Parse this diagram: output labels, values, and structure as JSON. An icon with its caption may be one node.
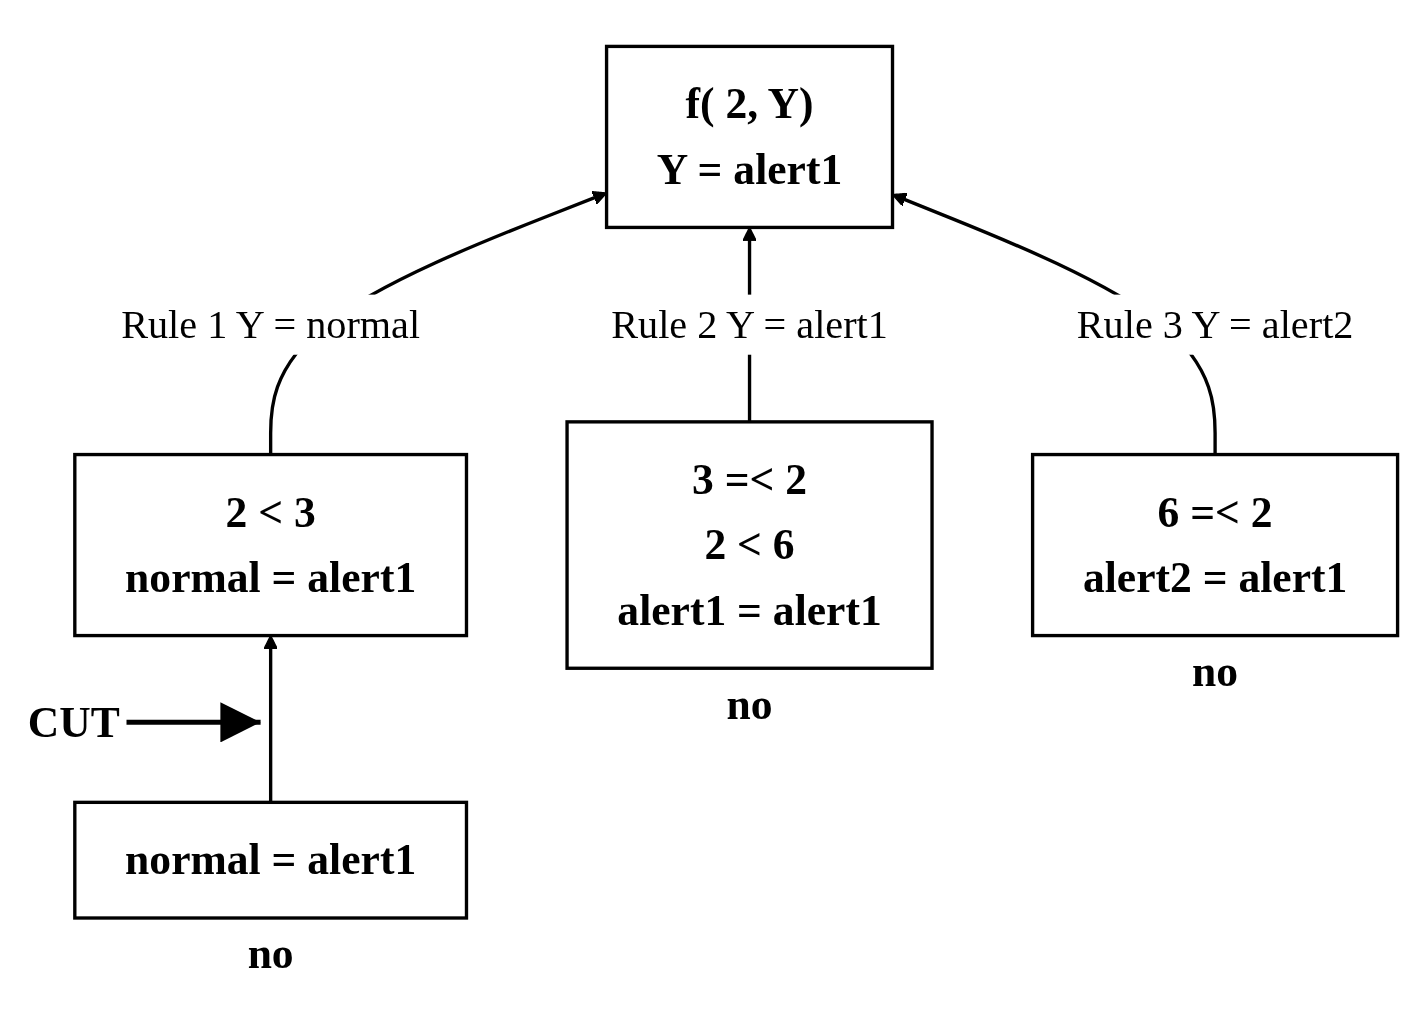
{
  "diagram": {
    "nodes": [
      {
        "text": [
          "f( 2, Y)",
          "Y = alert1"
        ]
      },
      {
        "text": [
          "2 < 3",
          "normal = alert1"
        ]
      },
      {
        "text": [
          "3 =< 2",
          "2 < 6",
          "alert1 = alert1"
        ],
        "beside": [
          "no"
        ]
      },
      {
        "text": [
          "6 =< 2",
          "alert2 = alert1"
        ],
        "beside": [
          "no"
        ]
      },
      {
        "text": [
          "normal = alert1"
        ],
        "beside": [
          "no"
        ]
      },
      {
        "text": [
          "CUT"
        ]
      }
    ],
    "edges": [
      {
        "from": 1,
        "to": 0,
        "arrow": "to",
        "label": "Rule 1 Y = normal"
      },
      {
        "from": 2,
        "to": 0,
        "arrow": "to",
        "label": "Rule 2 Y = alert1"
      },
      {
        "from": 3,
        "to": 0,
        "arrow": "to",
        "label": "Rule 3 Y = alert2"
      },
      {
        "from": 4,
        "to": 1,
        "arrow": "to"
      },
      {
        "from": 5,
        "to": null,
        "arrow": "to"
      }
    ]
  }
}
